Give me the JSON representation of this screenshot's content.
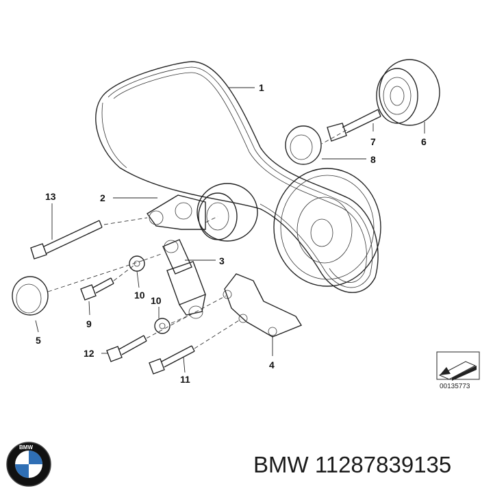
{
  "diagram": {
    "callouts": {
      "c1": "1",
      "c2": "2",
      "c3": "3",
      "c4": "4",
      "c5": "5",
      "c6": "6",
      "c7": "7",
      "c8": "8",
      "c9": "9",
      "c10a": "10",
      "c10b": "10",
      "c11": "11",
      "c12": "12",
      "c13": "13"
    },
    "reference_code": "00135773"
  },
  "brand": {
    "logo_text": "BMW"
  },
  "caption": {
    "part_number_text": "BMW 11287839135"
  },
  "colors": {
    "line": "#222222",
    "logo_blue": "#2f6fb5",
    "logo_ring": "#111111"
  }
}
